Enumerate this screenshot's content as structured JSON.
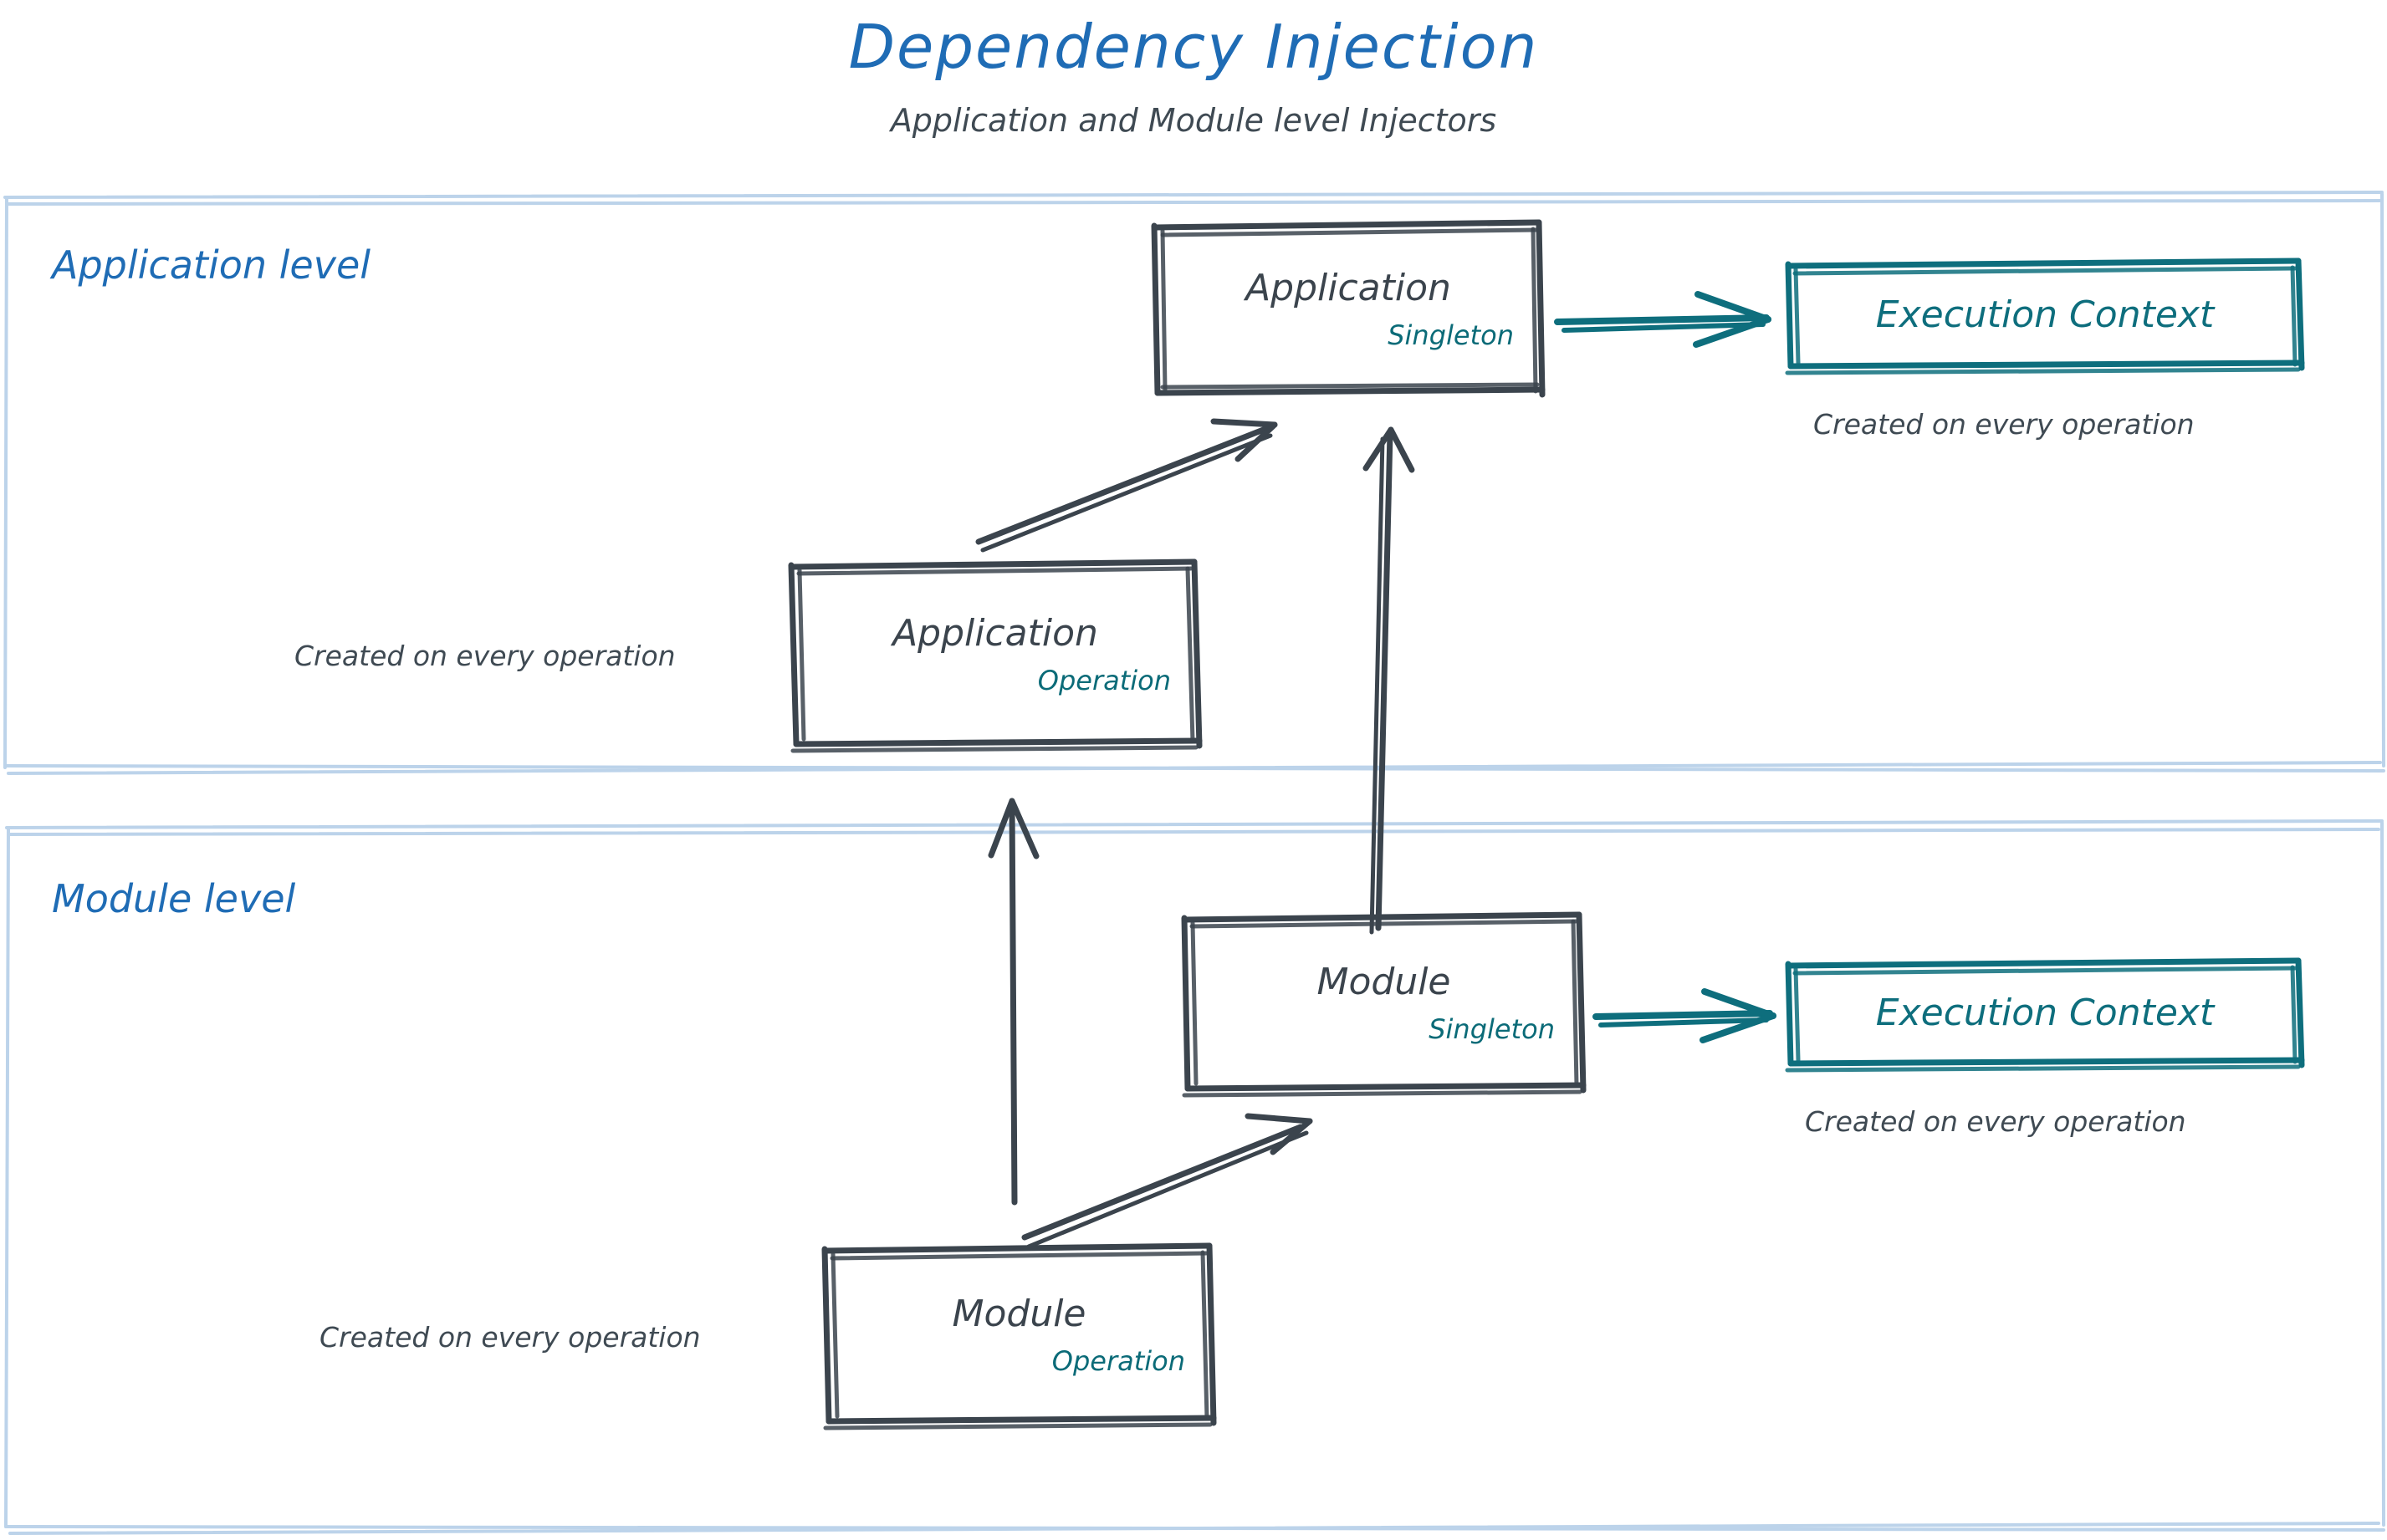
{
  "header": {
    "title": "Dependency Injection",
    "subtitle": "Application and Module level Injectors"
  },
  "colors": {
    "title_blue": "#1f6cb5",
    "panel_border": "#bcd3ea",
    "box_stroke": "#3b444d",
    "teal": "#0e6e7d",
    "caption_gray": "#3f4a53"
  },
  "panels": [
    {
      "id": "application-level",
      "label": "Application level",
      "nodes": [
        {
          "id": "application-singleton",
          "title": "Application",
          "scope": "Singleton"
        },
        {
          "id": "application-operation",
          "title": "Application",
          "scope": "Operation"
        },
        {
          "id": "application-execution-context",
          "title": "Execution Context"
        }
      ],
      "captions": [
        {
          "id": "caption-app-exec-context",
          "text": "Created on every operation"
        },
        {
          "id": "caption-app-operation",
          "text": "Created on every operation"
        }
      ]
    },
    {
      "id": "module-level",
      "label": "Module level",
      "nodes": [
        {
          "id": "module-singleton",
          "title": "Module",
          "scope": "Singleton"
        },
        {
          "id": "module-operation",
          "title": "Module",
          "scope": "Operation"
        },
        {
          "id": "module-execution-context",
          "title": "Execution Context"
        }
      ],
      "captions": [
        {
          "id": "caption-module-exec-context",
          "text": "Created on every operation"
        },
        {
          "id": "caption-module-operation",
          "text": "Created on every operation"
        }
      ]
    }
  ],
  "edges": [
    {
      "id": "edge-app-singleton-to-exec-context",
      "from": "application-singleton",
      "to": "application-execution-context",
      "style": "teal-arrow"
    },
    {
      "id": "edge-app-operation-to-app-singleton",
      "from": "application-operation",
      "to": "application-singleton",
      "style": "dark-arrow"
    },
    {
      "id": "edge-module-singleton-to-app-singleton",
      "from": "module-singleton",
      "to": "application-singleton",
      "style": "dark-arrow"
    },
    {
      "id": "edge-module-operation-to-app-operation",
      "from": "module-operation",
      "to": "application-operation",
      "style": "dark-arrow"
    },
    {
      "id": "edge-module-operation-to-module-singleton",
      "from": "module-operation",
      "to": "module-singleton",
      "style": "dark-arrow"
    },
    {
      "id": "edge-module-singleton-to-exec-context",
      "from": "module-singleton",
      "to": "module-execution-context",
      "style": "teal-arrow"
    }
  ]
}
